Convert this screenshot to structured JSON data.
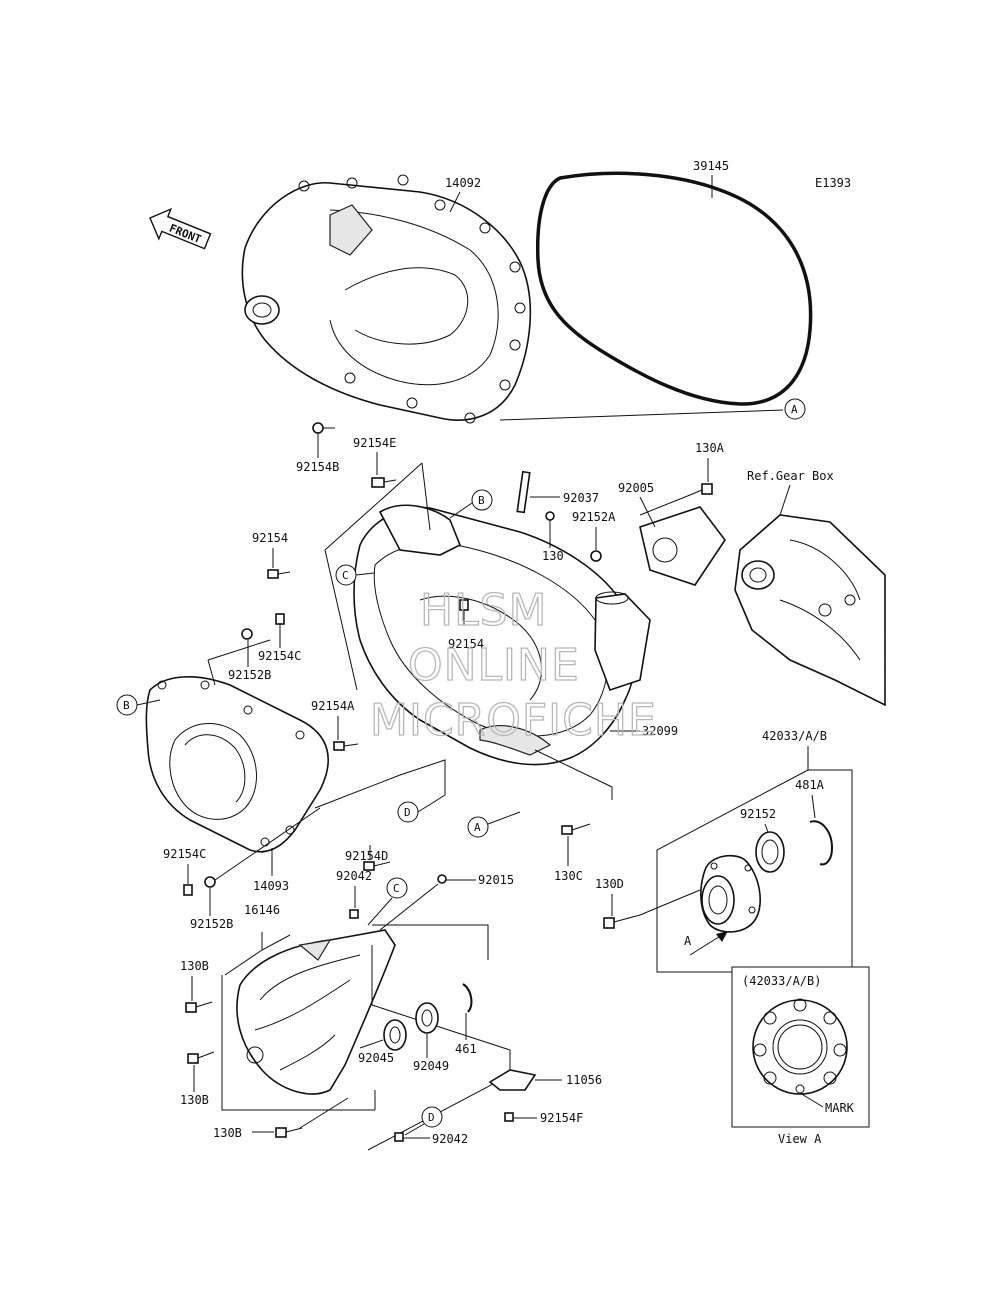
{
  "diagram_code": "E1393",
  "front_label": "FRONT",
  "ref_label": "Ref.Gear Box",
  "watermark": [
    "HLSM",
    "ONLINE",
    "MICROFICHE"
  ],
  "view_box_title": "(42033/A/B)",
  "view_caption": "View A",
  "mark_label": "MARK",
  "arrow_a_label": "A",
  "parts": {
    "p14092": "14092",
    "p39145": "39145",
    "p92154B": "92154B",
    "p92154E": "92154E",
    "p92037": "92037",
    "p92005": "92005",
    "p130A": "130A",
    "p92152A": "92152A",
    "p130": "130",
    "p92154_1": "92154",
    "p92154_2": "92154",
    "p92154C_1": "92154C",
    "p92152B_1": "92152B",
    "p92154A": "92154A",
    "p32099": "32099",
    "p42033AB": "42033/A/B",
    "p481A": "481A",
    "p92152": "92152",
    "p92154C_2": "92154C",
    "p14093": "14093",
    "p92154D": "92154D",
    "p130C": "130C",
    "p130D": "130D",
    "p92042_1": "92042",
    "p92015": "92015",
    "p92152B_2": "92152B",
    "p16146": "16146",
    "p130B_1": "130B",
    "p130B_2": "130B",
    "p130B_3": "130B",
    "p92045": "92045",
    "p92049": "92049",
    "p461": "461",
    "p11056": "11056",
    "p92154F": "92154F",
    "p92042_2": "92042"
  },
  "callouts": {
    "A1": "A",
    "A2": "A",
    "B1": "B",
    "B2": "B",
    "C1": "C",
    "C2": "C",
    "D1": "D",
    "D2": "D"
  }
}
